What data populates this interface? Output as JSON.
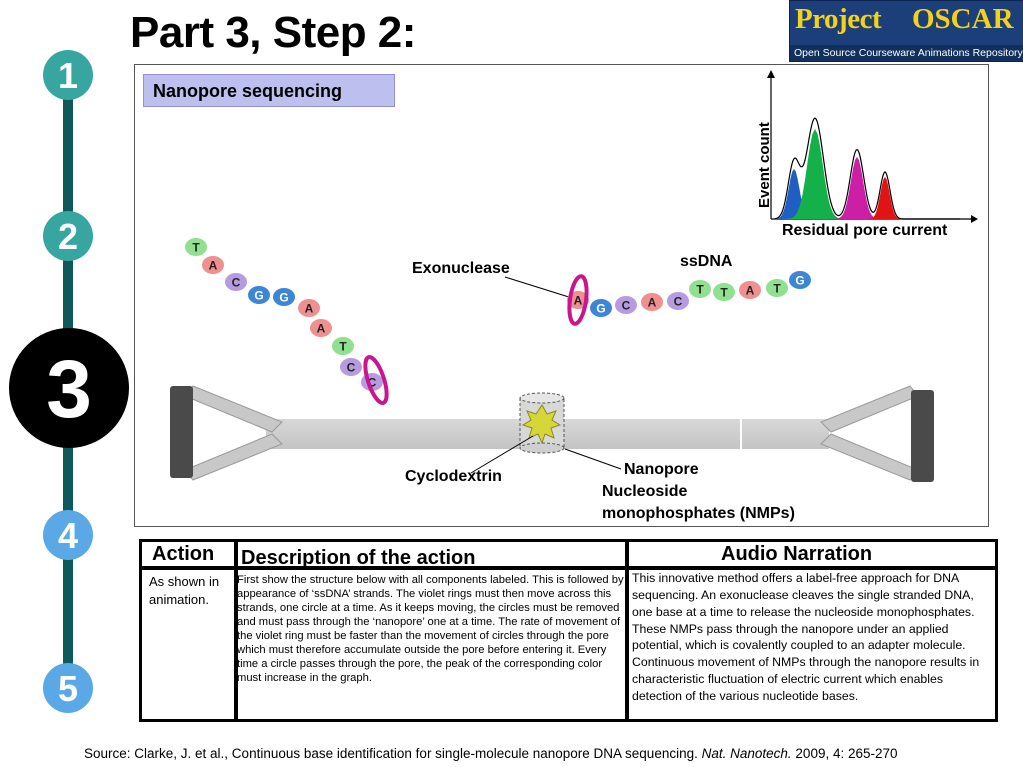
{
  "header": {
    "title": "Part 3, Step 2:",
    "logo": {
      "word1": "Project",
      "word2": "OSCAR",
      "tagline": "Open Source Courseware Animations Repository"
    }
  },
  "timeline": {
    "steps": [
      "1",
      "2",
      "3",
      "4",
      "5"
    ],
    "current_step": "3",
    "colors": {
      "line": "#0e5a5a",
      "step_done": "#38a6a0",
      "step_future": "#5aa8e6",
      "step_current": "#000000"
    }
  },
  "diagram": {
    "panel_title": "Nanopore sequencing",
    "labels": {
      "exonuclease": "Exonuclease",
      "ssdna": "ssDNA",
      "cyclodextrin": "Cyclodextrin",
      "nanopore": "Nanopore",
      "nmps_line1": "Nucleoside",
      "nmps_line2": "monophosphates (NMPs)"
    },
    "chain_left": [
      "T",
      "A",
      "C",
      "G",
      "G",
      "A",
      "A",
      "T",
      "C",
      "C"
    ],
    "chain_right": [
      "A",
      "G",
      "C",
      "A",
      "C",
      "T",
      "T",
      "A",
      "T",
      "G"
    ],
    "base_colors": {
      "A": "#ef8f8f",
      "C": "#b79be0",
      "G": "#3d86d6",
      "T": "#8fe08f"
    },
    "graph": {
      "ylabel": "Event count",
      "xlabel": "Residual pore current",
      "peak_colors": [
        "#1f5fc4",
        "#14b04a",
        "#cc1fa5",
        "#e01414"
      ]
    }
  },
  "table": {
    "headers": {
      "action": "Action",
      "description": "Description of the action",
      "audio": "Audio Narration"
    },
    "action_text": "As shown in animation.",
    "description_text": "First show the structure below with all components labeled. This is followed by appearance of ‘ssDNA’ strands. The violet rings must then move across this strands, one circle at a time. As it keeps moving, the circles must be removed and must pass through the ‘nanopore’ one at a time. The rate of movement of the violet ring must be faster than the movement of circles through the pore which must therefore accumulate outside the pore before entering it. Every time a circle passes through the pore, the peak of the corresponding color must increase in the graph.",
    "audio_text": "This innovative method offers a label-free approach for DNA sequencing. An exonuclease cleaves the single stranded DNA, one base at a time to release the nucleoside monophosphates. These NMPs pass through the nanopore under an applied potential, which is covalently coupled to an adapter molecule. Continuous movement of NMPs through the nanopore results in characteristic fluctuation of electric current which enables detection of the various nucleotide bases."
  },
  "footer": {
    "source_prefix": "Source: Clarke, J. et al., Continuous base identification for single-molecule nanopore DNA sequencing. ",
    "journal": "Nat. Nanotech.",
    "source_suffix": " 2009, 4: 265-270"
  }
}
